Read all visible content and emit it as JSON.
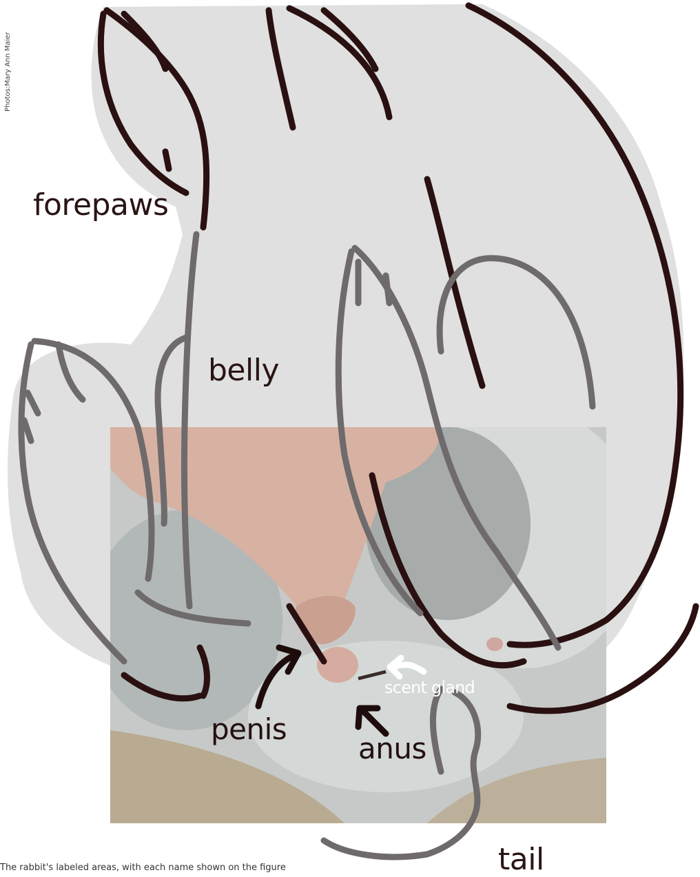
{
  "credit": "Photos:Mary Ann Maier",
  "labels": {
    "forepaws": "forepaws",
    "belly": "belly",
    "penis": "penis",
    "anus": "anus",
    "scent_gland": "scent gland",
    "tail": "tail"
  },
  "caption": "The rabbit's labeled areas, with each name shown on the figure",
  "colors": {
    "silhouette": "#e0e0e0",
    "outline_dark": "#2a1010",
    "outline_gray": "#6f6a6c",
    "photo_fur": "#c6c9c7",
    "photo_skin": "#d7b2a2",
    "photo_carpet": "#b8ab92"
  }
}
